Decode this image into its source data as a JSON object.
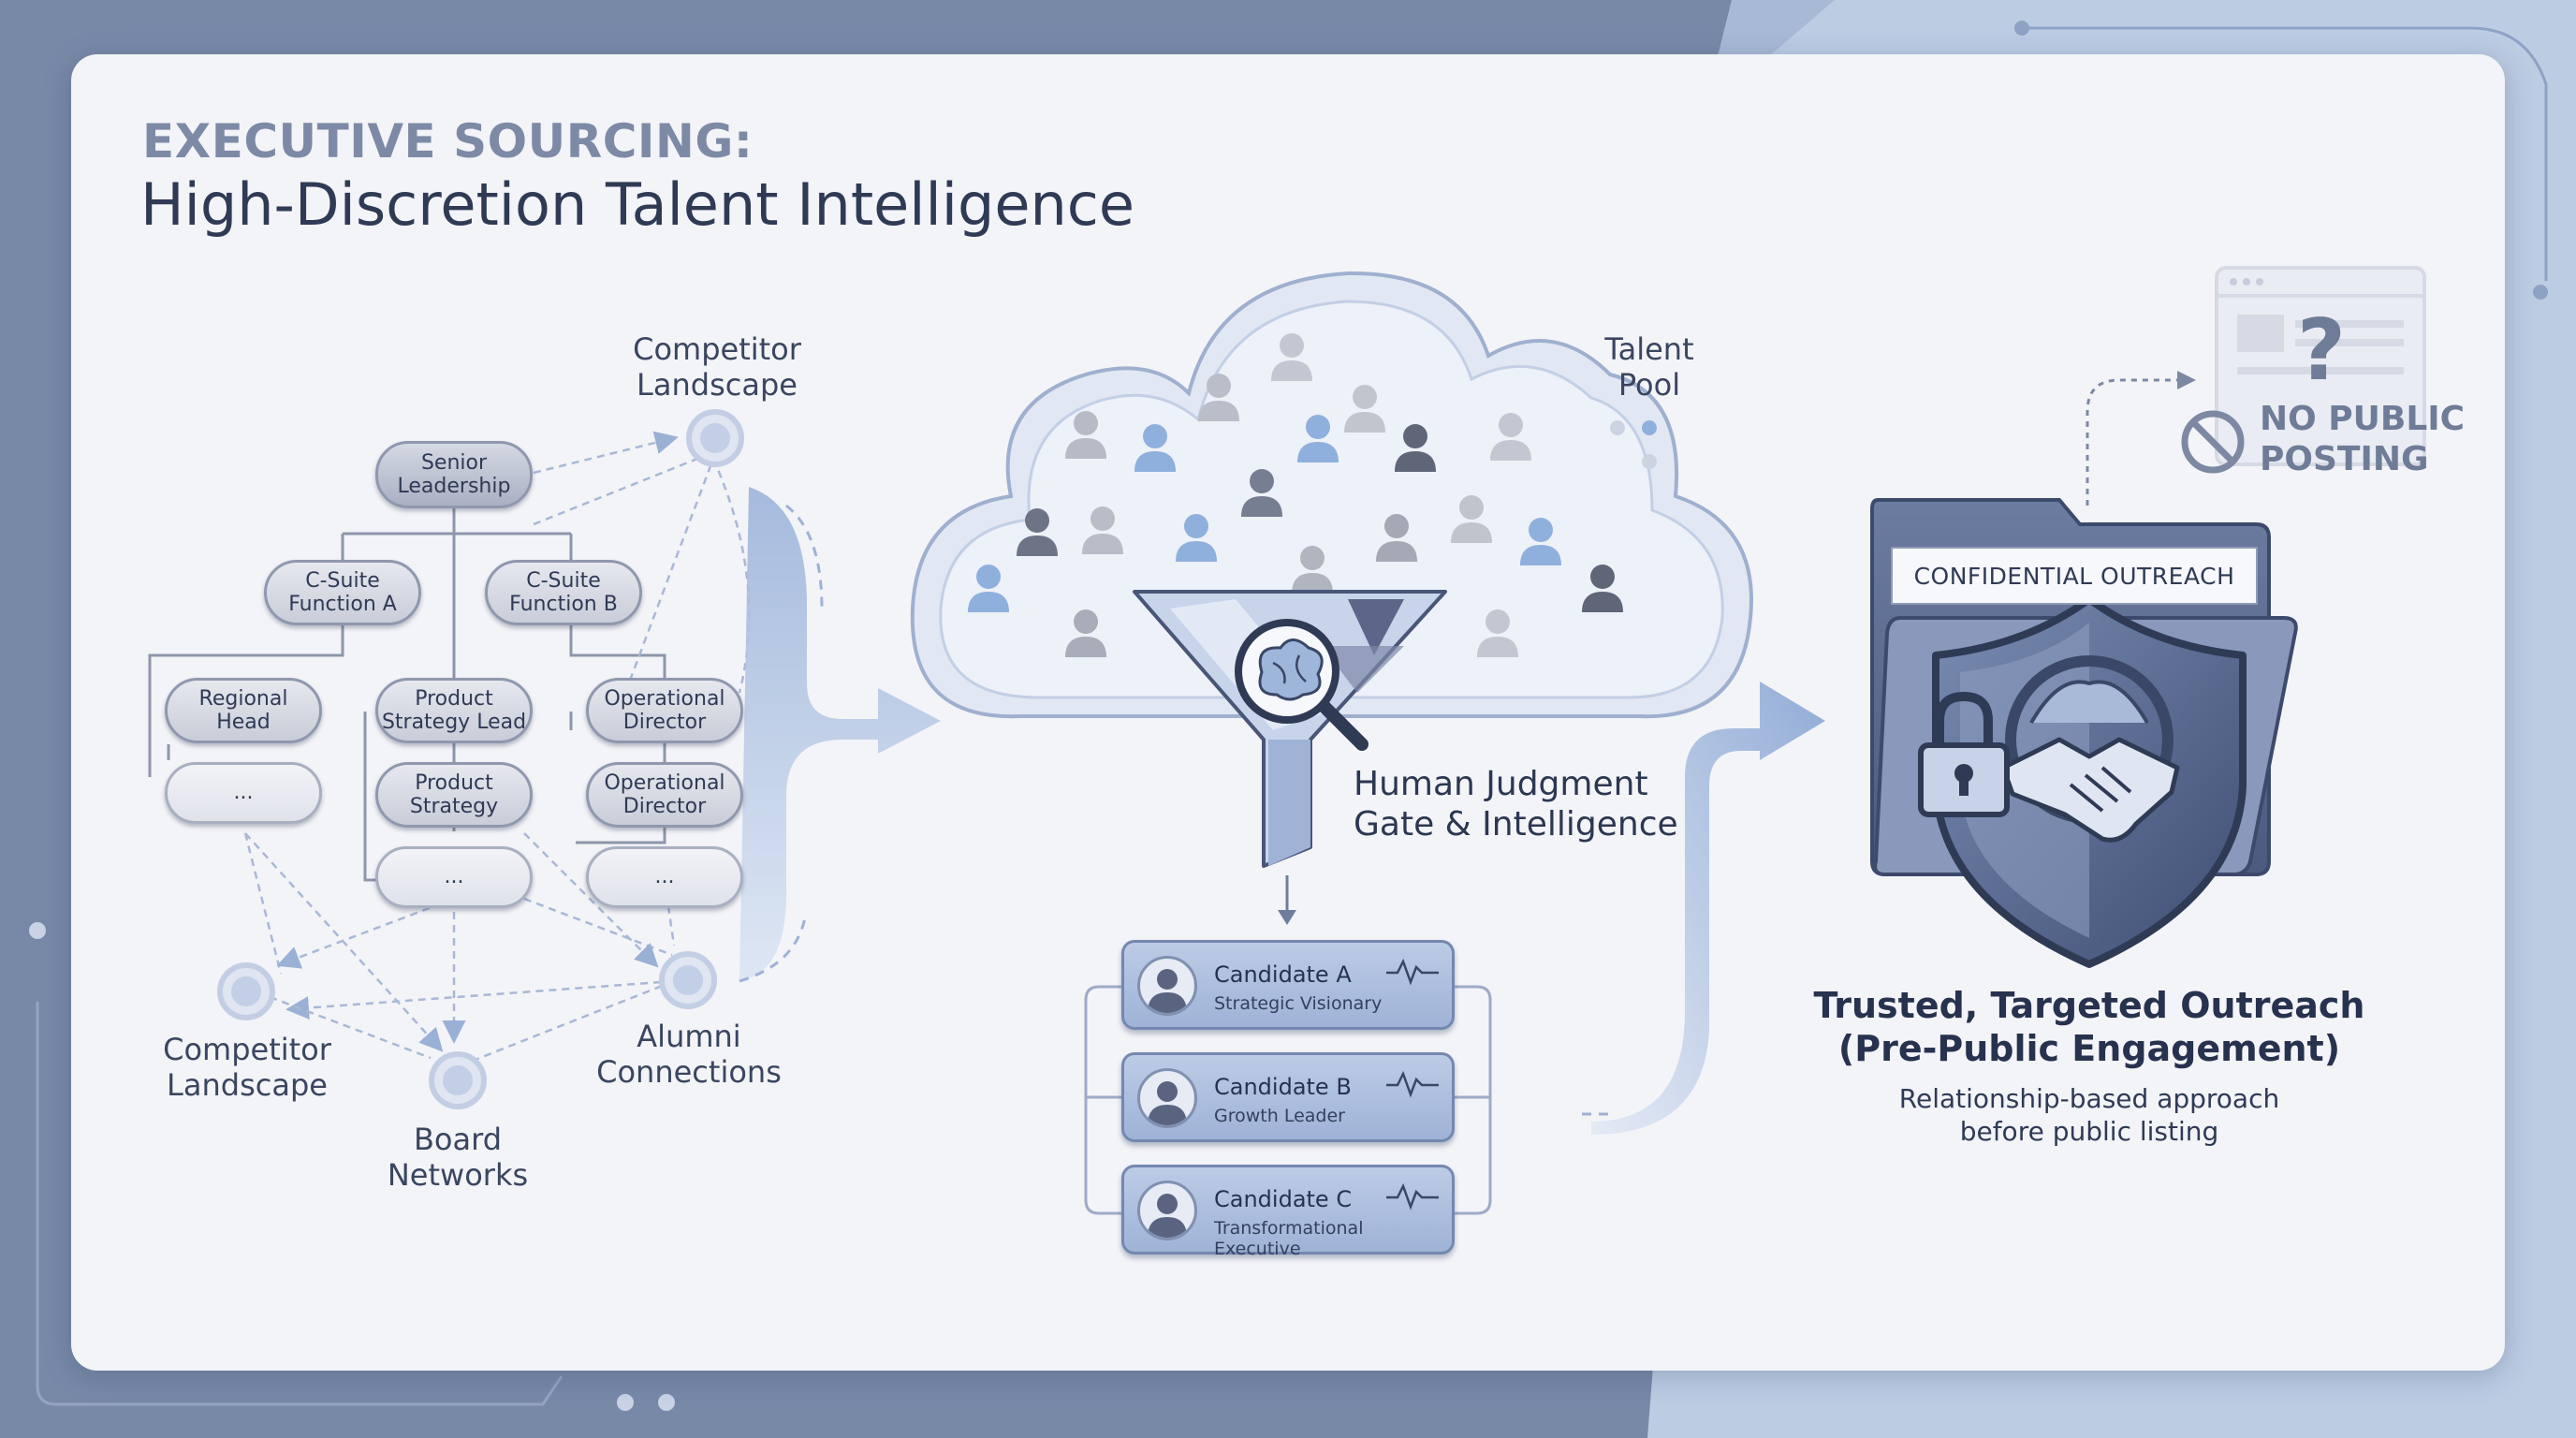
{
  "header": {
    "title_top": "EXECUTIVE SOURCING:",
    "title_main": "High-Discretion Talent Intelligence"
  },
  "org_chart": {
    "nodes": {
      "senior_leadership": "Senior\nLeadership",
      "csuite_a": "C-Suite\nFunction A",
      "csuite_b": "C-Suite\nFunction B",
      "regional_head": "Regional\nHead",
      "ellipsis_1": "...",
      "product_strategy_lead": "Product\nStrategy Lead",
      "product_strategy": "Product\nStrategy",
      "ellipsis_2": "...",
      "operational_director_1": "Operational\nDirector",
      "operational_director_2": "Operational\nDirector",
      "ellipsis_3": "..."
    },
    "sources": {
      "competitor_top": "Competitor\nLandscape",
      "competitor_left": "Competitor\nLandscape",
      "board_networks": "Board\nNetworks",
      "alumni_connections": "Alumni\nConnections"
    }
  },
  "talent_pool": {
    "label": "Talent\nPool",
    "gate_label": "Human Judgment\nGate & Intelligence",
    "candidates": [
      {
        "name": "Candidate A",
        "role": "Strategic Visionary"
      },
      {
        "name": "Candidate B",
        "role": "Growth Leader"
      },
      {
        "name": "Candidate C",
        "role": "Transformational Executive"
      }
    ]
  },
  "outreach": {
    "folder_label": "CONFIDENTIAL OUTREACH",
    "no_public_posting": "NO PUBLIC\nPOSTING",
    "title": "Trusted, Targeted Outreach\n(Pre-Public Engagement)",
    "subtitle": "Relationship-based approach\nbefore public listing"
  },
  "colors": {
    "accent": "#8fa9d4",
    "dark": "#2f3a55",
    "slate": "#5d6b8a",
    "background": "#7a8aa8"
  },
  "icons": [
    "person-icon",
    "funnel-icon",
    "brain-magnifier-icon",
    "shield-icon",
    "lock-icon",
    "handshake-icon",
    "no-entry-icon",
    "pulse-icon",
    "browser-window-icon",
    "question-mark-icon"
  ]
}
